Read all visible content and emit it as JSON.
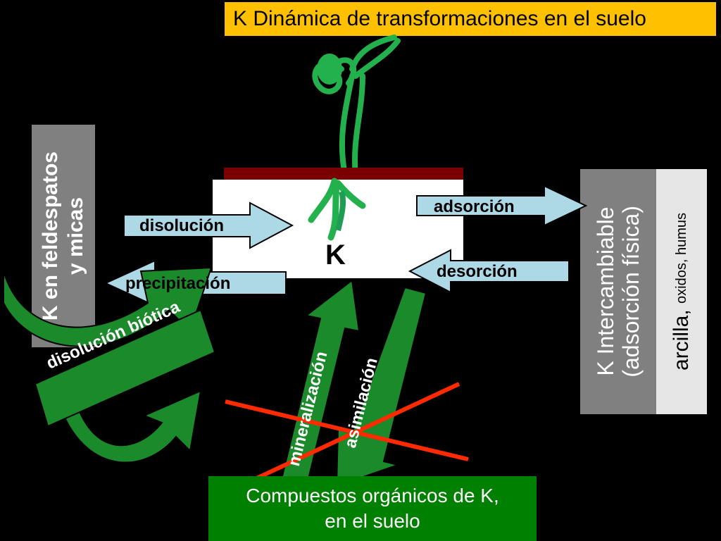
{
  "title": "K Dinámica de transformaciones en el suelo",
  "center": {
    "label": "K"
  },
  "left_box": {
    "text": "K en feldespatos\ny micas"
  },
  "right_box": {
    "main": "K Intercambiable\n(adsorción física)",
    "clay_main": "arcilla,",
    "clay_minor": "oxidos, humus"
  },
  "bottom_box": {
    "line1": "Compuestos orgánicos de K,",
    "line2": "en el suelo"
  },
  "arrows": {
    "disolucion": "disolución",
    "precipitacion": "precipitación",
    "adsorcion": "adsorción",
    "desorcion": "desorción",
    "disolucion_biotica": "disolución biótica",
    "mineralizacion": "mineralización",
    "asimilacion": "asimilación"
  },
  "colors": {
    "title_bg": "#ffc000",
    "arrow_blue": "#add8e6",
    "green": "#008000",
    "cross_red": "#ff2a00",
    "box_gray": "#808080"
  }
}
